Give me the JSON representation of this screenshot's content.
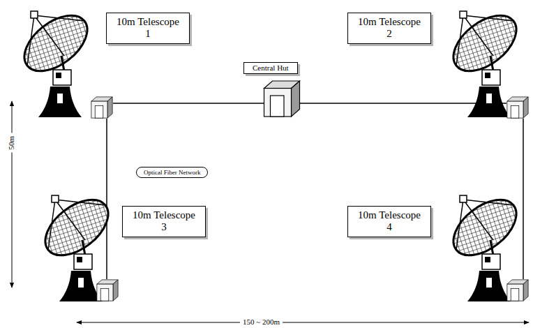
{
  "diagram": {
    "nodes": [
      {
        "text": [
          "10m Telescope 1"
        ]
      },
      {
        "text": [
          "10m Telescope 2"
        ]
      },
      {
        "text": [
          "Central Hut"
        ]
      },
      {
        "text": [
          "Optical Fiber Network"
        ]
      },
      {
        "text": [
          "10m Telescope 3"
        ]
      },
      {
        "text": [
          "10m Telescope 4"
        ]
      }
    ],
    "labels": [
      "50m",
      "150 ~ 200m"
    ]
  }
}
